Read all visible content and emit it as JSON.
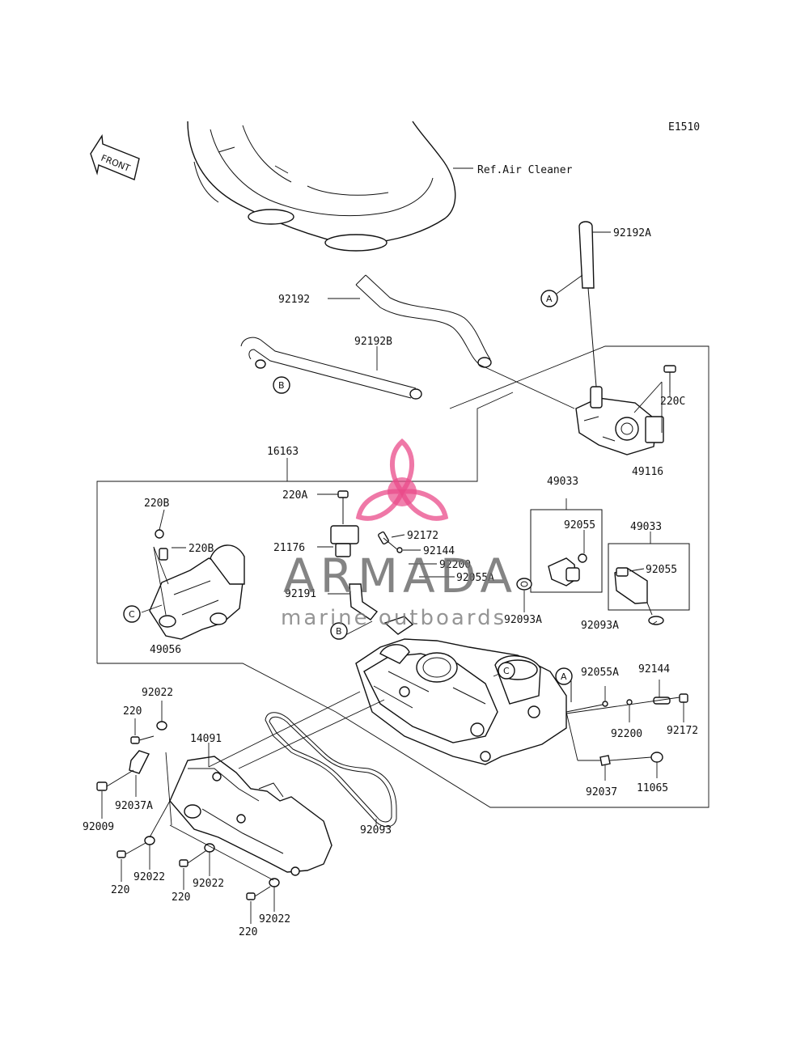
{
  "diagram_code": "E1510",
  "front_arrow": {
    "text": "FRONT"
  },
  "reference_note": "Ref.Air Cleaner",
  "watermark": {
    "brand": "ARMADA",
    "tagline": "marine outboards",
    "color": "#e94b8a"
  },
  "callouts": [
    "A",
    "B",
    "C"
  ],
  "part_labels": {
    "p92192A": "92192A",
    "p92192": "92192",
    "p92192B": "92192B",
    "p220C": "220C",
    "p49116": "49116",
    "p16163": "16163",
    "p220A": "220A",
    "p220B_1": "220B",
    "p220B_2": "220B",
    "p21176": "21176",
    "p92172_a": "92172",
    "p92144_a": "92144",
    "p92200_a": "92200",
    "p92055A_a": "92055A",
    "p92191": "92191",
    "p49056": "49056",
    "p49033_1": "49033",
    "p92055_1": "92055",
    "p49033_2": "49033",
    "p92055_2": "92055",
    "p92093A_1": "92093A",
    "p92093A_2": "92093A",
    "p92055A_b": "92055A",
    "p92144_b": "92144",
    "p92200_b": "92200",
    "p92172_b": "92172",
    "p92037": "92037",
    "p11065": "11065",
    "p92022_1": "92022",
    "p220_1": "220",
    "p14091": "14091",
    "p92037A": "92037A",
    "p92009": "92009",
    "p92022_2": "92022",
    "p220_2": "220",
    "p92022_3": "92022",
    "p220_3": "220",
    "p92022_4": "92022",
    "p220_4": "220",
    "p92093": "92093"
  }
}
